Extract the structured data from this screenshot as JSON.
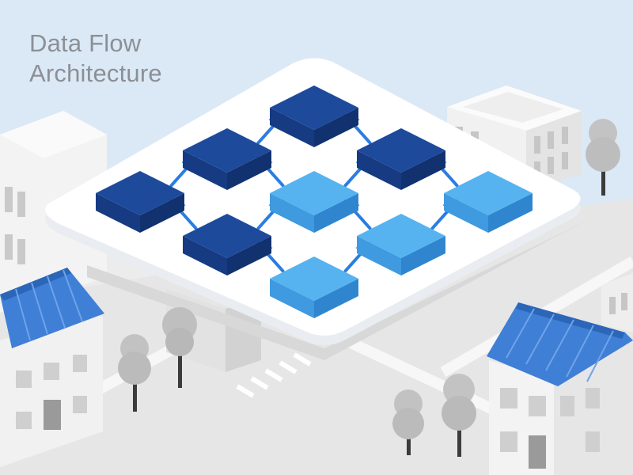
{
  "title": {
    "line1": "Data Flow",
    "line2": "Architecture"
  },
  "colors": {
    "sky": "#dbe9f6",
    "node_dark": "#1e4a9c",
    "node_light": "#4aa8ea",
    "arrow": "#2a7de1",
    "roof": "#3f7fd6",
    "platform": "#ffffff",
    "ground": "#ececec",
    "tree": "#bdbdbd"
  },
  "nodes": [
    {
      "id": "n-top",
      "tone": "dark"
    },
    {
      "id": "n-upper-left",
      "tone": "dark"
    },
    {
      "id": "n-upper-right",
      "tone": "dark"
    },
    {
      "id": "n-left",
      "tone": "dark"
    },
    {
      "id": "n-center",
      "tone": "light"
    },
    {
      "id": "n-right",
      "tone": "light"
    },
    {
      "id": "n-lower-left",
      "tone": "dark"
    },
    {
      "id": "n-lower-center",
      "tone": "light"
    },
    {
      "id": "n-bottom",
      "tone": "light"
    }
  ],
  "connections": [
    {
      "from": "n-upper-left",
      "to": "n-top"
    },
    {
      "from": "n-upper-right",
      "to": "n-top"
    },
    {
      "from": "n-left",
      "to": "n-upper-left"
    },
    {
      "from": "n-center",
      "to": "n-upper-left"
    },
    {
      "from": "n-center",
      "to": "n-upper-right"
    },
    {
      "from": "n-right",
      "to": "n-upper-right"
    },
    {
      "from": "n-lower-left",
      "to": "n-left"
    },
    {
      "from": "n-lower-left",
      "to": "n-center"
    },
    {
      "from": "n-lower-center",
      "to": "n-center"
    },
    {
      "from": "n-lower-center",
      "to": "n-right"
    },
    {
      "from": "n-bottom",
      "to": "n-lower-left"
    },
    {
      "from": "n-bottom",
      "to": "n-lower-center"
    }
  ]
}
